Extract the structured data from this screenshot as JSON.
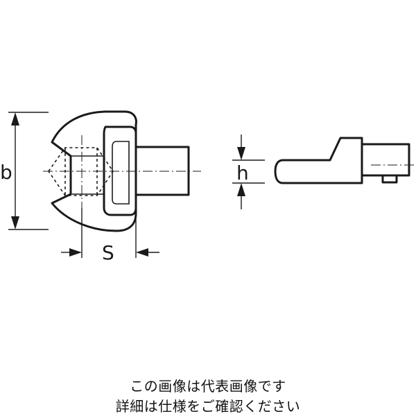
{
  "labels": {
    "b": "b",
    "s": "S",
    "h": "h"
  },
  "caption": {
    "line1": "この画像は代表画像です",
    "line2": "詳細は仕様をご確認ください"
  },
  "colors": {
    "line": "#1a1a1a",
    "background": "#ffffff"
  }
}
